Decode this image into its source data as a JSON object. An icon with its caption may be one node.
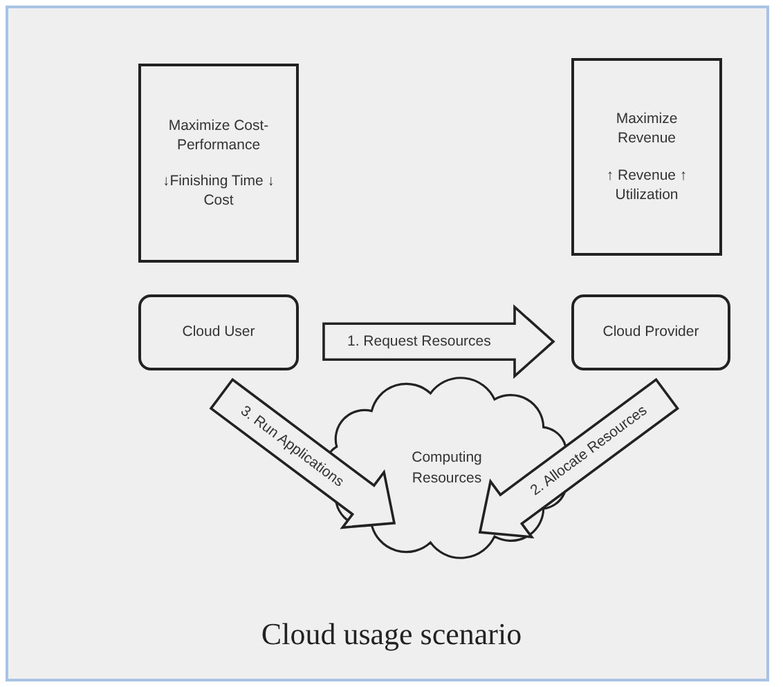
{
  "diagram": {
    "caption": "Cloud usage scenario",
    "nodes": [
      {
        "text": [
          "Maximize Cost-Performance",
          "↓Finishing Time ↓ Cost"
        ]
      },
      {
        "text": [
          "Maximize Revenue",
          "↑ Revenue ↑ Utilization"
        ]
      },
      {
        "text": [
          "Cloud User"
        ]
      },
      {
        "text": [
          "Cloud Provider"
        ]
      },
      {
        "text": [
          "Computing Resources"
        ]
      }
    ],
    "edges": [
      {
        "from": 2,
        "to": 3,
        "arrow": "to",
        "label": "1. Request Resources"
      },
      {
        "from": 3,
        "to": 4,
        "arrow": "to",
        "label": "2. Allocate Resources"
      },
      {
        "from": 2,
        "to": 4,
        "arrow": "to",
        "label": "3. Run Applications"
      }
    ]
  }
}
